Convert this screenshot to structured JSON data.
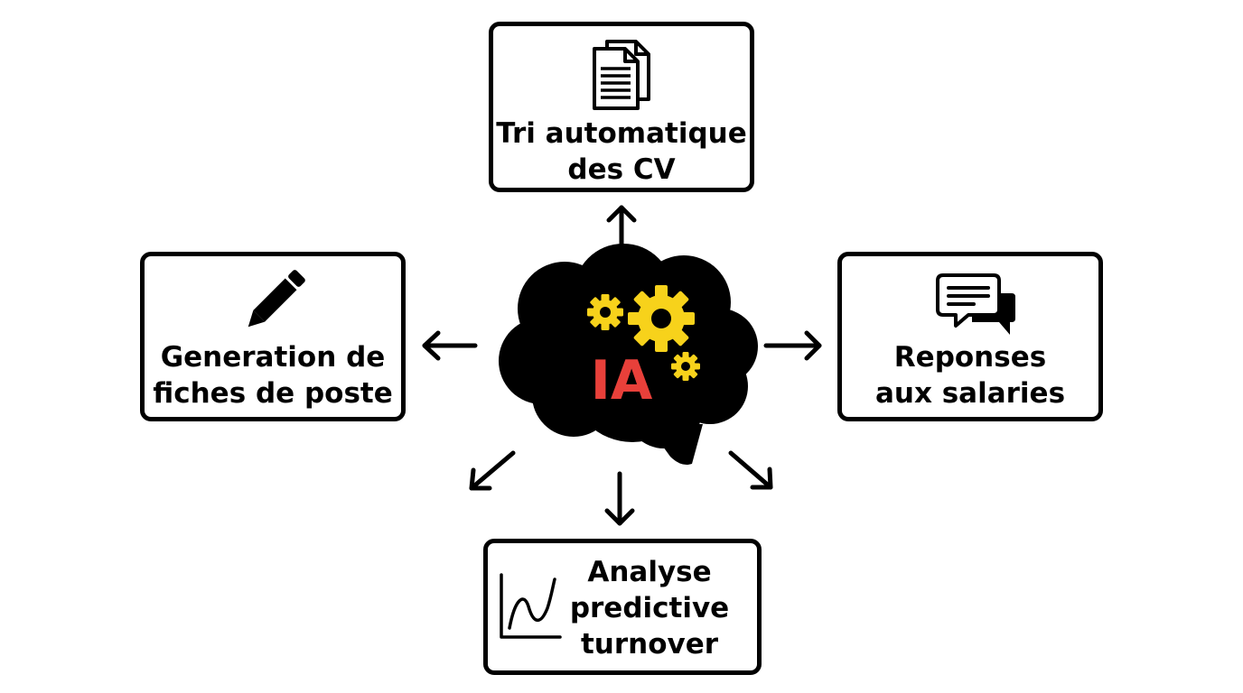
{
  "center": {
    "label": "IA",
    "label_color": "#e8403a",
    "gear_color": "#f7d21b"
  },
  "nodes": {
    "top": {
      "lines": [
        "Tri automatique",
        "des CV"
      ],
      "icon": "documents-icon"
    },
    "left": {
      "lines": [
        "Generation de",
        "fiches de poste"
      ],
      "icon": "pencil-icon"
    },
    "right": {
      "lines": [
        "Reponses",
        "aux salaries"
      ],
      "icon": "chat-bubbles-icon"
    },
    "bottom": {
      "lines": [
        "Analyse",
        "predictive",
        "turnover"
      ],
      "icon": "line-chart-icon"
    }
  }
}
